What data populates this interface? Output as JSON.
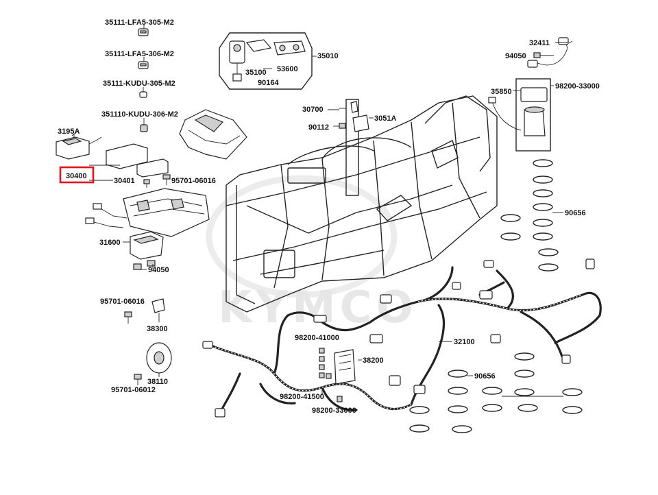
{
  "watermark": "KYMCO",
  "highlight_color": "#e0121b",
  "callouts": {
    "c35111_lfa5_305": "35111-LFA5-305-M2",
    "c35111_lfa5_306": "35111-LFA5-306-M2",
    "c35111_kudu_305": "35111-KUDU-305-M2",
    "c351110_kudu_306": "351110-KUDU-306-M2",
    "c3195a": "3195A",
    "c30400": "30400",
    "c30401": "30401",
    "c95701_06016_top": "95701-06016",
    "c31600": "31600",
    "c94050_left": "94050",
    "c95701_06016_mid": "95701-06016",
    "c38300": "38300",
    "c38110": "38110",
    "c95701_06012": "95701-06012",
    "c35100": "35100",
    "c53600": "53600",
    "c35010": "35010",
    "c90164": "90164",
    "c30700": "30700",
    "c3051a": "3051A",
    "c90112": "90112",
    "c32411": "32411",
    "c94050_right": "94050",
    "c98200_33000_top": "98200-33000",
    "c35850": "35850",
    "c90656_right": "90656",
    "c32100": "32100",
    "c98200_41000": "98200-41000",
    "c38200": "38200",
    "c90656_bottom": "90656",
    "c98200_41500": "98200-41500",
    "c98200_33000_bottom": "98200-33000"
  }
}
